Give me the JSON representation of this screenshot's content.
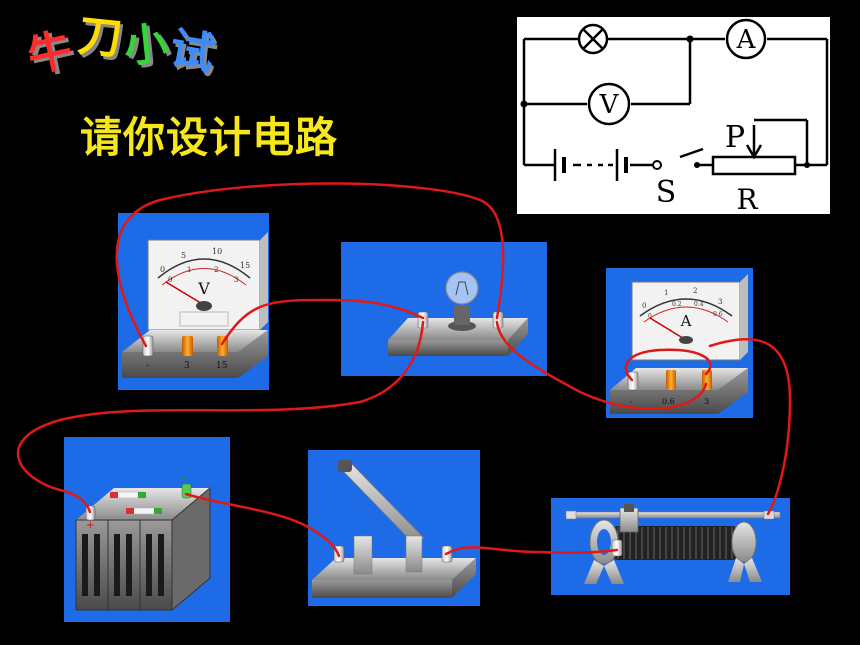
{
  "logo": {
    "chars": [
      {
        "text": "牛",
        "color": "#ff2a2a"
      },
      {
        "text": "刀",
        "color": "#ffdd00"
      },
      {
        "text": "小",
        "color": "#35d43a"
      },
      {
        "text": "试",
        "color": "#3a8cff"
      }
    ]
  },
  "heading": "请你设计电路",
  "schematic": {
    "lamp_symbol": "⊗",
    "ammeter": "A",
    "voltmeter": "V",
    "switch": "S",
    "slider": "P",
    "rheostat": "R"
  },
  "voltmeter": {
    "letter": "V",
    "scale_top": [
      "0",
      "5",
      "10",
      "15"
    ],
    "scale_bottom": [
      "0",
      "1",
      "2",
      "3"
    ],
    "terminals": [
      "-",
      "3",
      "15"
    ]
  },
  "ammeter": {
    "letter": "A",
    "scale_top": [
      "0",
      "1",
      "2",
      "3"
    ],
    "scale_bottom": [
      "0",
      "0.2",
      "0.4",
      "0.6"
    ],
    "terminals": [
      "-",
      "0.6",
      "3"
    ]
  },
  "battery": {
    "plus": "+",
    "minus": "−"
  },
  "colors": {
    "panel": "#1e6be8",
    "wire": "#e01818",
    "heading": "#f6e61c"
  }
}
